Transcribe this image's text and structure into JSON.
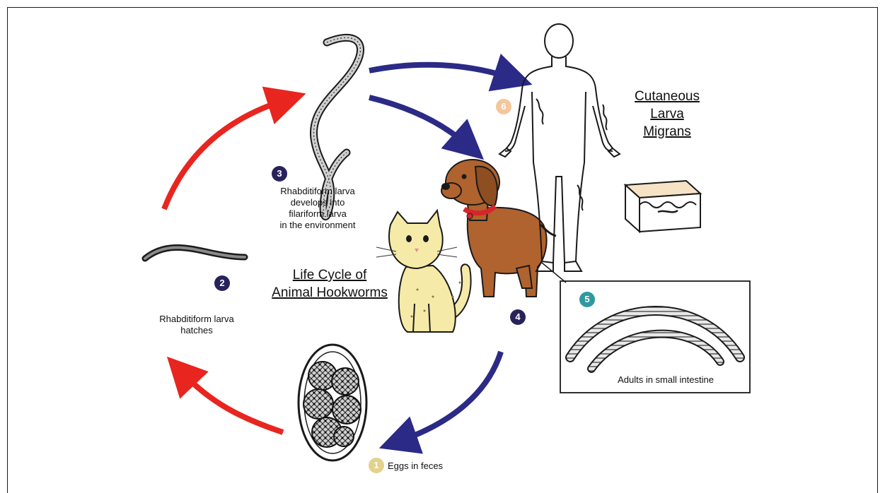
{
  "title": {
    "line1": "Life Cycle of",
    "line2": "Animal Hookworms"
  },
  "cutaneous": {
    "line1": "Cutaneous",
    "line2": "Larva",
    "line3": "Migrans"
  },
  "stages": [
    {
      "number": "1",
      "color": "#e3d28c",
      "label": "Eggs in feces"
    },
    {
      "number": "2",
      "color": "#27235a",
      "label_line1": "Rhabditiform larva",
      "label_line2": "hatches"
    },
    {
      "number": "3",
      "color": "#27235a",
      "label_line1": "Rhabditiform larva",
      "label_line2": "develops into",
      "label_line3": "filariform larva",
      "label_line4": "in the environment"
    },
    {
      "number": "4",
      "color": "#27235a"
    },
    {
      "number": "5",
      "color": "#2e9aa0",
      "label": "Adults in small intestine"
    },
    {
      "number": "6",
      "color": "#f4c69a"
    }
  ],
  "colors": {
    "red_arrow": "#e8251f",
    "blue_arrow": "#2b2a86",
    "dog": "#b0632e",
    "cat": "#f6eaa8",
    "collar": "#d7252a",
    "skin": "#f6e3c6"
  }
}
